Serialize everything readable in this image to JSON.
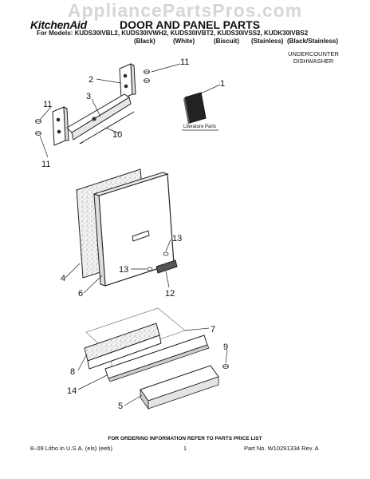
{
  "watermark": "AppliancePartsPros.com",
  "header": {
    "brand": "KitchenAid",
    "title": "DOOR AND PANEL PARTS",
    "models_prefix": "For Models:",
    "models": [
      "KUDS30IVBL2,",
      "KUDS30IVWH2,",
      "KUDS30IVBT2,",
      "KUDS30IVSS2,",
      "KUDK30IVBS2"
    ],
    "colors": [
      "(Black)",
      "(White)",
      "(Biscuit)",
      "(Stainless)",
      "(Black/Stainless)"
    ],
    "subtitle_line1": "UNDERCOUNTER",
    "subtitle_line2": "DISHWASHER"
  },
  "diagram": {
    "literature_label": "Literature Parts",
    "callouts": [
      "11",
      "2",
      "1",
      "11",
      "3",
      "10",
      "11",
      "13",
      "13",
      "4",
      "6",
      "12",
      "7",
      "9",
      "8",
      "14",
      "5"
    ]
  },
  "footer": {
    "ordering": "FOR ORDERING INFORMATION REFER TO PARTS PRICE LIST",
    "litho": "8–09 Litho in U.S.A. (els) (eeb)",
    "page": "1",
    "part_no": "Part No. W10291334 Rev. A"
  }
}
